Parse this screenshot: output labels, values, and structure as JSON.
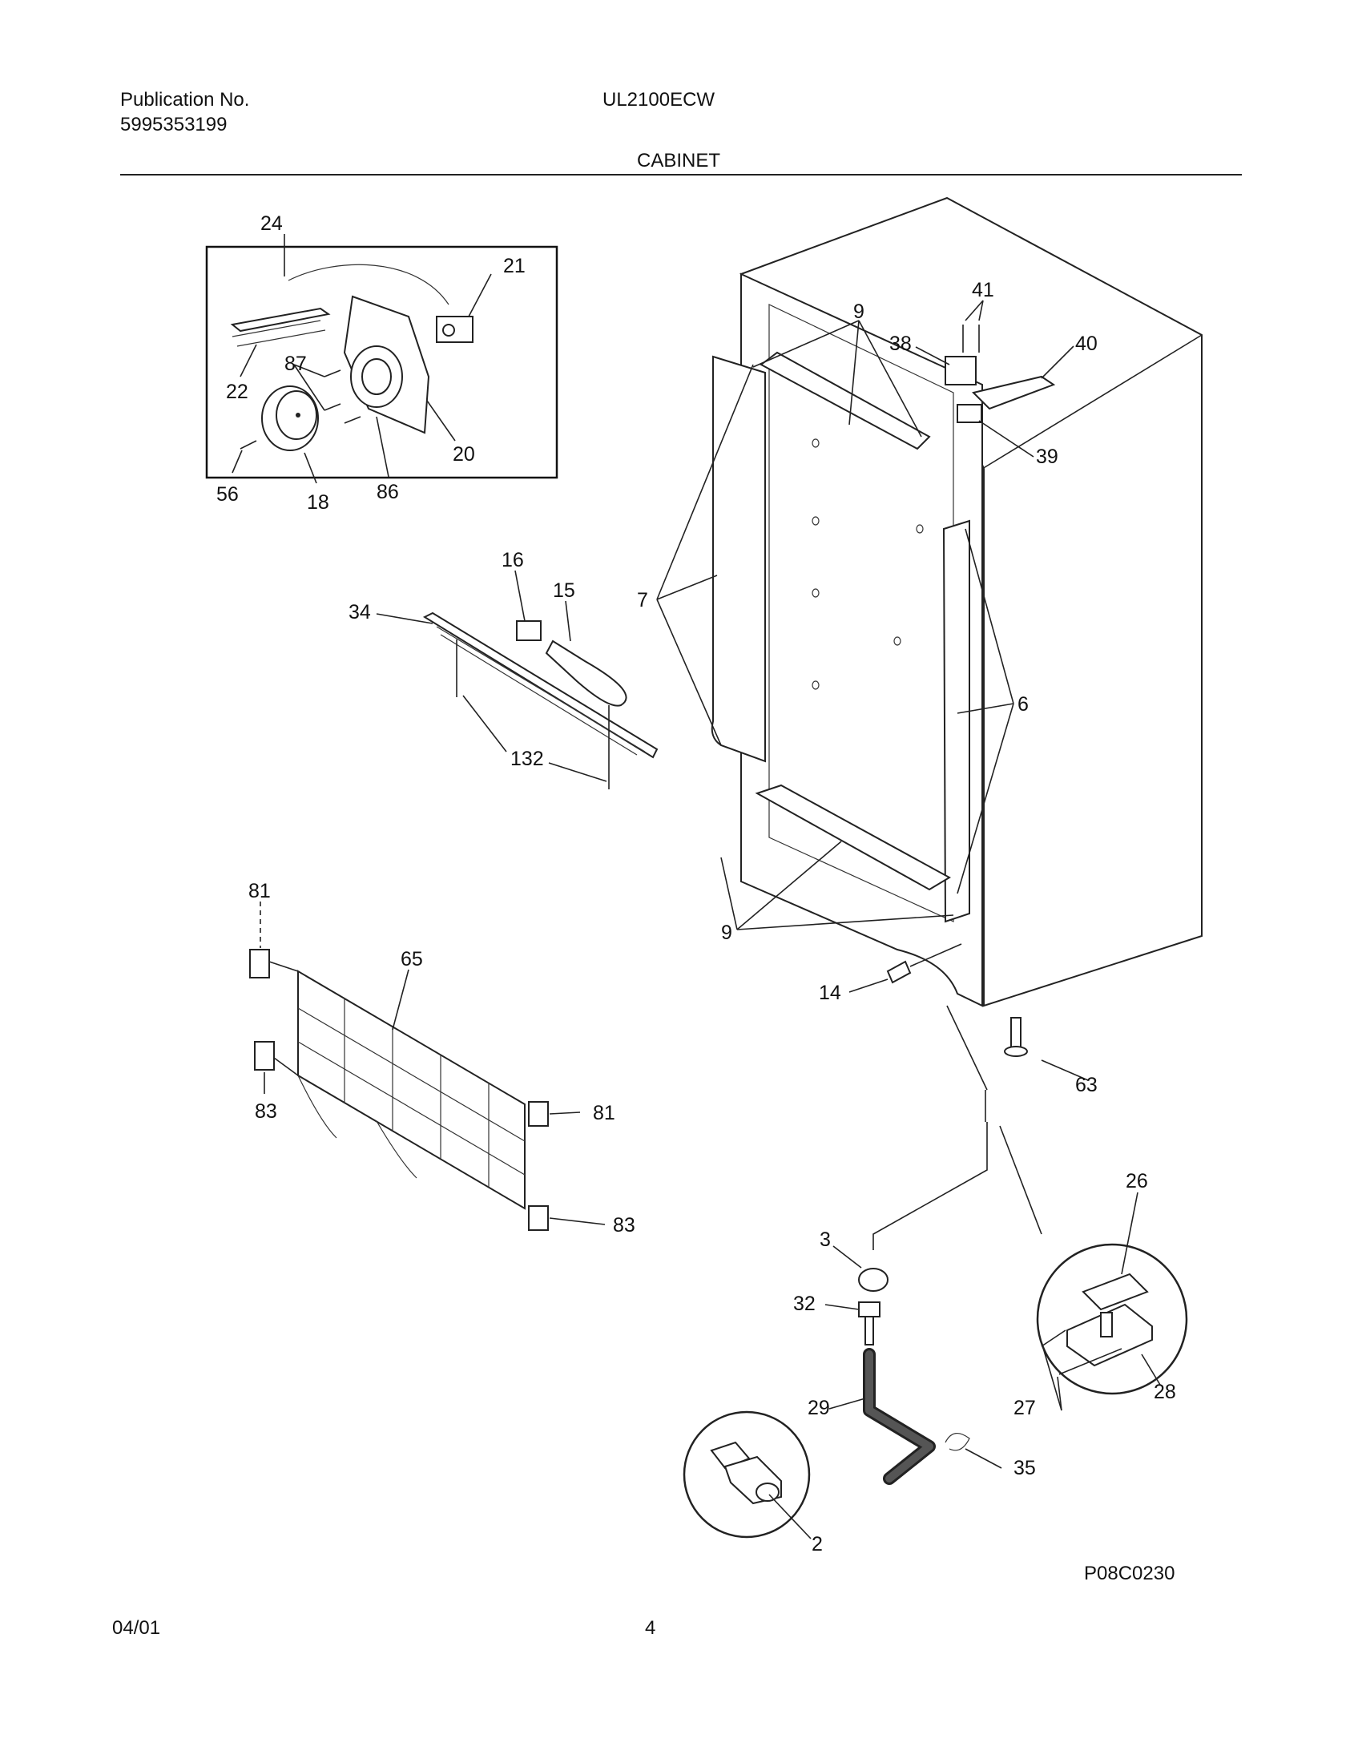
{
  "header": {
    "publication_label": "Publication No.",
    "publication_number": "5995353199",
    "model": "UL2100ECW",
    "section": "CABINET"
  },
  "callouts": {
    "c24": "24",
    "c21": "21",
    "c87": "87",
    "c22": "22",
    "c20": "20",
    "c56": "56",
    "c18": "18",
    "c86": "86",
    "c16": "16",
    "c15": "15",
    "c34": "34",
    "c132": "132",
    "c81a": "81",
    "c65": "65",
    "c83a": "83",
    "c81b": "81",
    "c83b": "83",
    "c9a": "9",
    "c41": "41",
    "c38": "38",
    "c40": "40",
    "c39": "39",
    "c7": "7",
    "c6": "6",
    "c9b": "9",
    "c14": "14",
    "c63": "63",
    "c26": "26",
    "c3": "3",
    "c32": "32",
    "c29": "29",
    "c27": "27",
    "c28": "28",
    "c35": "35",
    "c2": "2"
  },
  "footer": {
    "drawing_id": "P08C0230",
    "date": "04/01",
    "page": "4"
  }
}
